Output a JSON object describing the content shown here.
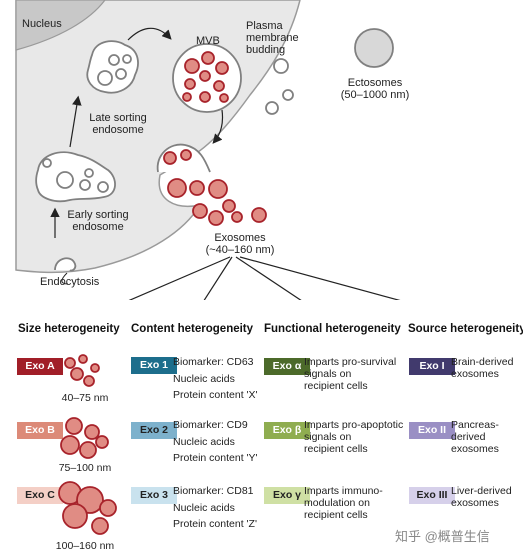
{
  "diagram": {
    "nucleus_label": "Nucleus",
    "mvb_label": "MVB",
    "plasma_membrane_label_1": "Plasma",
    "plasma_membrane_label_2": "membrane",
    "plasma_membrane_label_3": "budding",
    "ectosomes_label": "Ectosomes",
    "ectosomes_size": "(50–1000 nm)",
    "late_endosome_label_1": "Late sorting",
    "late_endosome_label_2": "endosome",
    "early_endosome_label_1": "Early sorting",
    "early_endosome_label_2": "endosome",
    "endocytosis_label": "Endocytosis",
    "exosomes_label": "Exosomes",
    "exosomes_size": "(~40–160 nm)"
  },
  "columns": [
    {
      "header": "Size heterogeneity",
      "items": [
        {
          "badge": "Exo A",
          "range": "40–75 nm",
          "color": "#a11e28"
        },
        {
          "badge": "Exo B",
          "range": "75–100 nm",
          "color": "#dc8a78"
        },
        {
          "badge": "Exo C",
          "range": "100–160 nm",
          "color": "#f4cfc6"
        }
      ]
    },
    {
      "header": "Content heterogeneity",
      "items": [
        {
          "badge": "Exo 1",
          "line1": "Biomarker: CD63",
          "line2": "Nucleic acids",
          "line3": "Protein content 'X'",
          "color": "#1d6e8c"
        },
        {
          "badge": "Exo 2",
          "line1": "Biomarker: CD9",
          "line2": "Nucleic acids",
          "line3": "Protein content 'Y'",
          "color": "#7db1cc"
        },
        {
          "badge": "Exo 3",
          "line1": "Biomarker: CD81",
          "line2": "Nucleic acids",
          "line3": "Protein content 'Z'",
          "color": "#c9e2ee"
        }
      ]
    },
    {
      "header": "Functional heterogeneity",
      "items": [
        {
          "badge": "Exo α",
          "line1": "Imparts pro-survival",
          "line2": "signals on",
          "line3": "recipient cells",
          "color": "#4c6a2a"
        },
        {
          "badge": "Exo β",
          "line1": "Imparts pro-apoptotic",
          "line2": "signals on",
          "line3": "recipient cells",
          "color": "#8fad50"
        },
        {
          "badge": "Exo γ",
          "line1": "Imparts immuno-",
          "line2": "modulation on",
          "line3": "recipient cells",
          "color": "#cfe0a4"
        }
      ]
    },
    {
      "header": "Source heterogeneity",
      "items": [
        {
          "badge": "Exo I",
          "line1": "Brain-derived",
          "line2": "exosomes",
          "line3": "",
          "color": "#413a6d"
        },
        {
          "badge": "Exo II",
          "line1": "Pancreas-",
          "line2": "derived",
          "line3": "exosomes",
          "color": "#9a8fc4"
        },
        {
          "badge": "Exo III",
          "line1": "Liver-derived",
          "line2": "exosomes",
          "line3": "",
          "color": "#d6d0ea"
        }
      ]
    }
  ],
  "watermark": "知乎 @概普生信",
  "colors": {
    "cell": "#e8e8e8",
    "nucleus": "#c8c8c8",
    "exosome_fill": "#e08c84",
    "exosome_stroke": "#a8232b",
    "vesicle_stroke": "#808080"
  }
}
